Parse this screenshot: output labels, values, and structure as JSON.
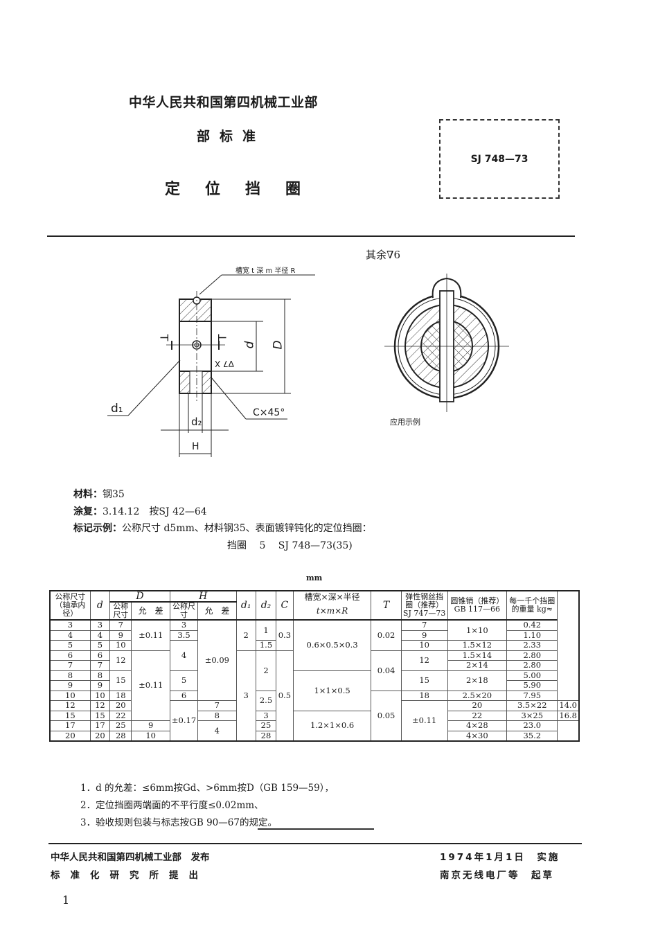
{
  "header": {
    "organization": "中华人民共和国第四机械工业部",
    "standard_type": "部标准",
    "title": "定位挡圈",
    "standard_code": "SJ 748—73"
  },
  "drawing": {
    "groove_label": "槽宽 t 深 m 半径 R",
    "label_T_left": "T",
    "label_T_right": "T",
    "label_d": "d",
    "label_D": "D",
    "roughness_inner": "∇7 X",
    "label_d1": "d₁",
    "label_d2": "d₂",
    "label_H": "H",
    "chamfer_label": "C×45°",
    "rough_note": "其余∇6",
    "application_caption": "应用示例"
  },
  "specs": {
    "material_label": "材料：",
    "material_value": "钢35",
    "coating_label": "涂复：",
    "coating_value": "3.14.12　按SJ 42—64",
    "example_label": "标记示例：",
    "example_value": "公称尺寸 d5mm、材料钢35、表面镀锌钝化的定位挡圈：",
    "example_designation": "挡圈　 5　 SJ 748—73(35)"
  },
  "table": {
    "unit": "mm",
    "headers": {
      "nominal": "公称尺寸（轴承内径）",
      "d": "d",
      "D": "D",
      "D_nominal": "公称尺寸",
      "D_tol": "允　差",
      "H": "H",
      "H_nominal": "公称尺寸",
      "H_tol": "允　差",
      "d1": "d₁",
      "d2": "d₂",
      "C": "C",
      "groove": "槽宽×深×半径",
      "groove_sub": "t×m×R",
      "T": "T",
      "spring_ring": "弹性钢丝挡圈（推荐）SJ 747—73",
      "taper_pin": "圆锥销（推荐）GB 117—66",
      "weight": "每一千个挡圈的重量 kg≈"
    },
    "rows": [
      {
        "nominal": "3",
        "d": "3",
        "D": "7",
        "H": "3",
        "spring": "7",
        "weight": "0.42"
      },
      {
        "nominal": "4",
        "d": "4",
        "D": "9",
        "H": "3.5",
        "spring": "9",
        "weight": "1.10"
      },
      {
        "nominal": "5",
        "d": "5",
        "D": "10",
        "H": "",
        "spring": "10",
        "weight": "2.33"
      },
      {
        "nominal": "6",
        "d": "6",
        "D": "12",
        "H": "4",
        "spring": "12",
        "weight": "2.80"
      },
      {
        "nominal": "7",
        "d": "7",
        "D": "",
        "H": "",
        "spring": "",
        "weight": "2.80"
      },
      {
        "nominal": "8",
        "d": "8",
        "D": "15",
        "H": "5",
        "spring": "15",
        "weight": "5.00"
      },
      {
        "nominal": "9",
        "d": "9",
        "D": "",
        "H": "",
        "spring": "",
        "weight": "5.90"
      },
      {
        "nominal": "10",
        "d": "10",
        "D": "18",
        "H": "6",
        "spring": "18",
        "weight": "7.95"
      },
      {
        "nominal": "12",
        "d": "12",
        "D": "20",
        "H": "7",
        "spring": "20",
        "weight": "14.0"
      },
      {
        "nominal": "15",
        "d": "15",
        "D": "22",
        "H": "8",
        "spring": "22",
        "weight": "16.8"
      },
      {
        "nominal": "17",
        "d": "17",
        "D": "25",
        "H": "9",
        "spring": "25",
        "weight": "23.0"
      },
      {
        "nominal": "20",
        "d": "20",
        "D": "28",
        "H": "10",
        "spring": "28",
        "weight": "35.2"
      }
    ],
    "merged": {
      "D_tol_1": "±0.11",
      "D_tol_2": "±0.11",
      "D_tol_3": "±0.17",
      "H_tol_1": "±0.09",
      "H_tol_2": "±0.11",
      "d1_1": "2",
      "d1_2": "3",
      "d2_1": "1",
      "d2_2": "1.5",
      "d2_3": "2",
      "d2_4": "2.5",
      "d2_5": "3",
      "d2_6": "4",
      "C_1": "0.3",
      "C_2": "0.5",
      "groove_1": "0.6×0.5×0.3",
      "groove_2": "1×1×0.5",
      "groove_3": "1.2×1×0.6",
      "T_1": "0.02",
      "T_2": "0.04",
      "T_3": "0.05",
      "pin_1": "1×10",
      "pin_2": "1.5×12",
      "pin_3": "1.5×14",
      "pin_4": "2×14",
      "pin_5": "2×18",
      "pin_6": "2.5×20",
      "pin_7": "3.5×22",
      "pin_8": "3×25",
      "pin_9": "4×28",
      "pin_10": "4×30"
    }
  },
  "notes": [
    "1．d 的允差：≤6mm按Gd、>6mm按D（GB 159—59），",
    "2．定位挡圈两端面的不平行度≤0.02mm、",
    "3．验收规则包装与标志按GB 90—67的规定。"
  ],
  "footer": {
    "publisher": "中华人民共和国第四机械工业部　发布",
    "proposer": "标准化研究所提出",
    "effective": "1974年1月1日　实施",
    "drafter": "南京无线电厂等　起草",
    "page_number": "1"
  }
}
